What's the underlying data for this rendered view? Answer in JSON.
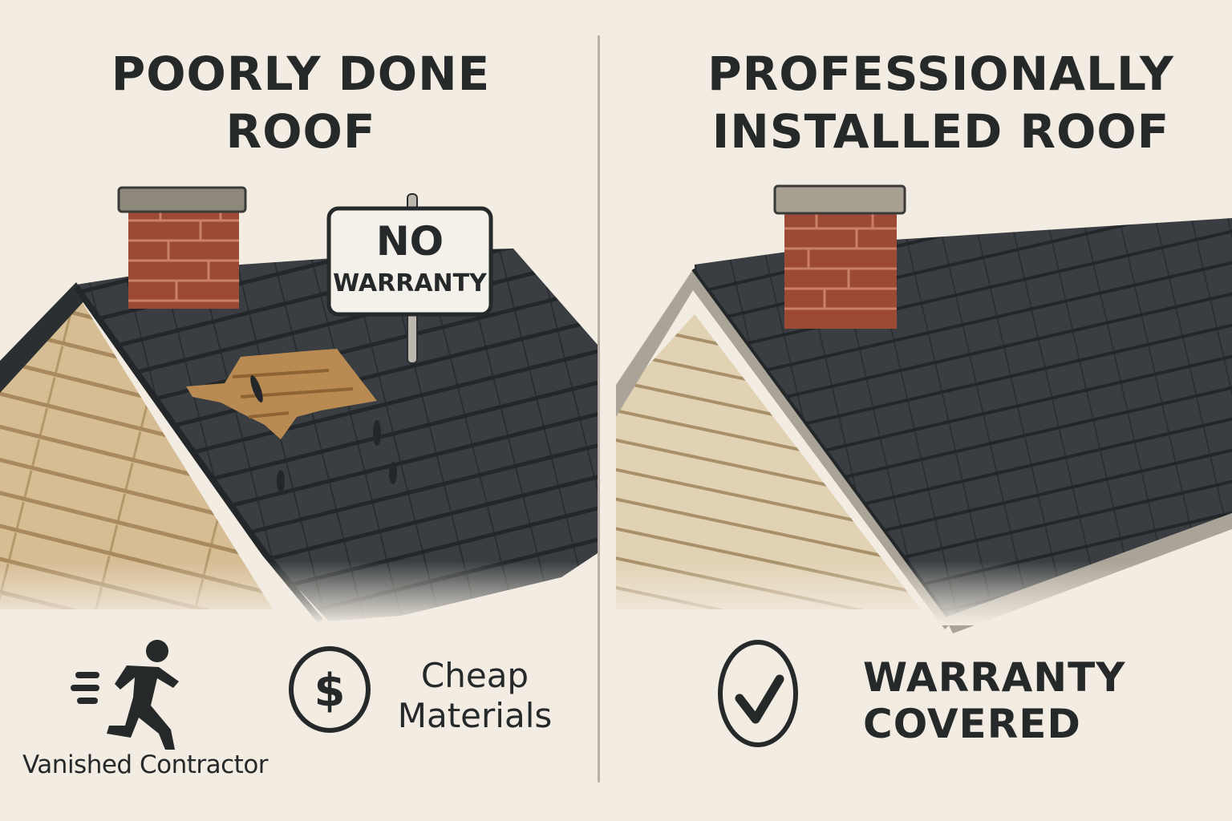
{
  "left_panel": {
    "title": "POORLY DONE ROOF",
    "sign": {
      "line1": "NO",
      "line2": "WARRANTY"
    },
    "features": [
      {
        "icon": "running-man-icon",
        "label": "Vanished Contractor"
      },
      {
        "icon": "dollar-circle-icon",
        "label": "Cheap Materials"
      }
    ]
  },
  "right_panel": {
    "title": "PROFESSIONALLY INSTALLED ROOF",
    "features": [
      {
        "icon": "checkmark-circle-icon",
        "label": "WARRANTY COVERED"
      }
    ]
  },
  "colors": {
    "background": "#f2ece2",
    "text": "#25292a",
    "shingle": "#3a3e42",
    "shingle_line": "#23272a",
    "brick": "#9c4a35",
    "siding": "#d8c09a",
    "siding_line": "#a88a5e",
    "decking": "#b98a52",
    "divider": "#b8b0a4"
  }
}
